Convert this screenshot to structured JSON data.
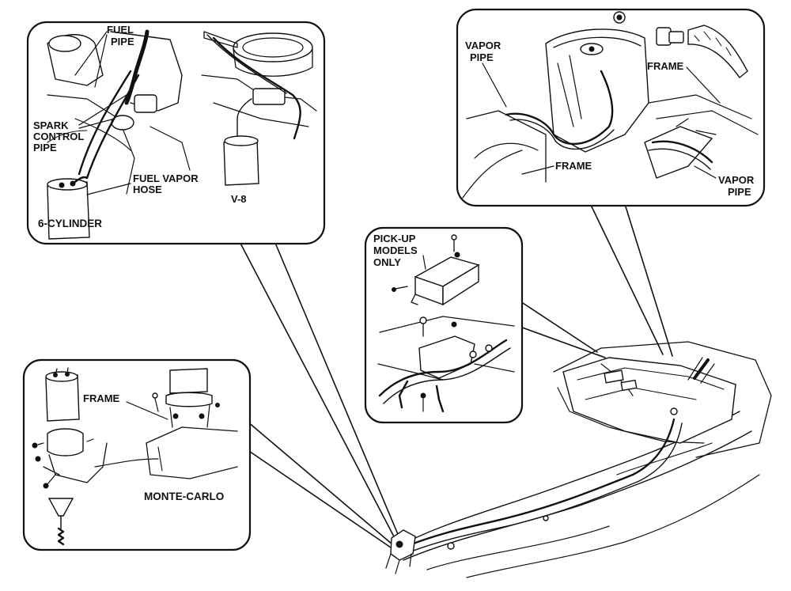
{
  "labels": {
    "fuel_pipe": [
      "FUEL",
      "PIPE"
    ],
    "spark_control_pipe": [
      "SPARK",
      "CONTROL",
      "PIPE"
    ],
    "fuel_vapor_hose": [
      "FUEL VAPOR",
      "HOSE"
    ],
    "six_cylinder": "6-CYLINDER",
    "v8": "V-8",
    "vapor_pipe_left": [
      "VAPOR",
      "PIPE"
    ],
    "frame_tank_top": "FRAME",
    "frame_tank_bottom": "FRAME",
    "vapor_pipe_right": [
      "VAPOR",
      "PIPE"
    ],
    "pickup_models_only": [
      "PICK-UP",
      "MODELS",
      "ONLY"
    ],
    "frame_bracket": "FRAME",
    "monte_carlo": "MONTE-CARLO"
  },
  "icons": [
    "fuel-cap-icon",
    "charcoal-canister-icon",
    "fuel-tank-icon"
  ]
}
